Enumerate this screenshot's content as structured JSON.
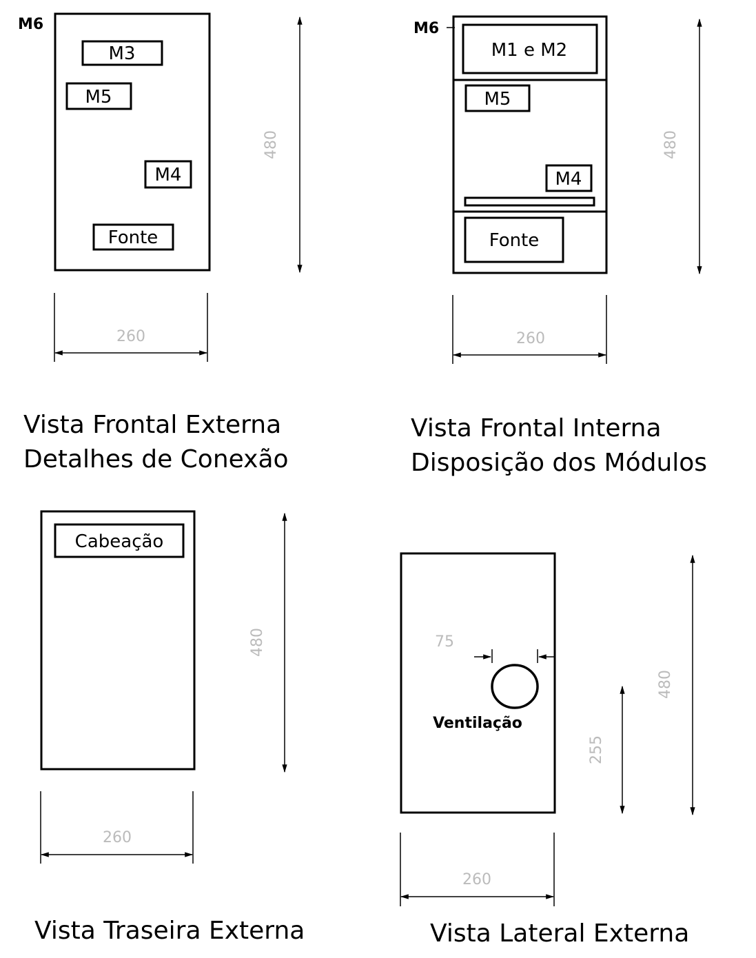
{
  "views": {
    "front_external": {
      "corner_label": "M6",
      "modules": [
        "M3",
        "M5",
        "M4",
        "Fonte"
      ],
      "height_dim": "480",
      "width_dim": "260",
      "caption_line1": "Vista Frontal Externa",
      "caption_line2": "Detalhes de Conexão"
    },
    "front_internal": {
      "corner_label": "M6",
      "modules": [
        "M1 e M2",
        "M5",
        "M4",
        "Fonte"
      ],
      "height_dim": "480",
      "width_dim": "260",
      "caption_line1": "Vista Frontal Interna",
      "caption_line2": "Disposição dos Módulos"
    },
    "rear_external": {
      "modules": [
        "Cabeação"
      ],
      "height_dim": "480",
      "width_dim": "260",
      "caption_line1": "Vista Traseira Externa"
    },
    "side_external": {
      "vent_label": "Ventilação",
      "vent_dim": "75",
      "vent_height_dim": "255",
      "height_dim": "480",
      "width_dim": "260",
      "caption_line1": "Vista Lateral Externa"
    }
  }
}
